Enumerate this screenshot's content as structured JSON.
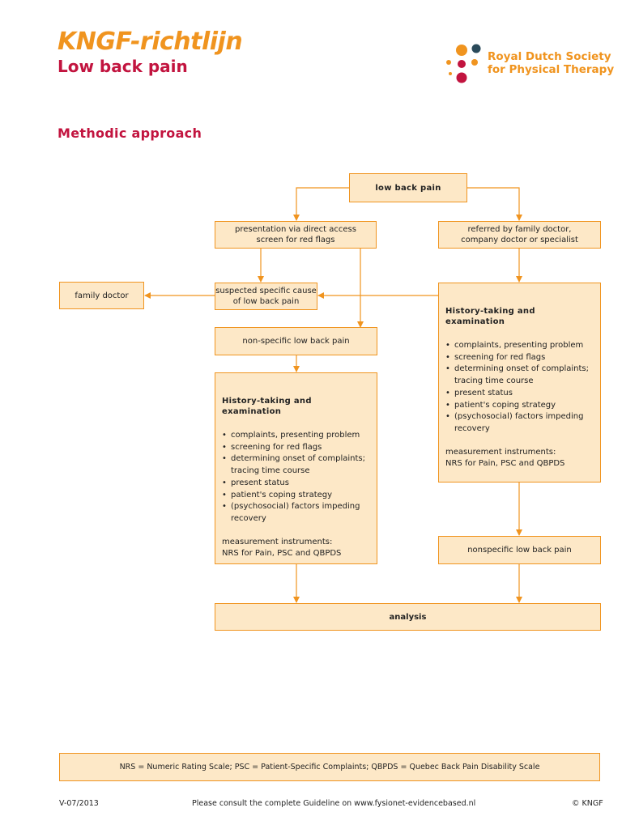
{
  "header": {
    "brand_title": "KNGF-richtlijn",
    "brand_subtitle": "Low back pain",
    "logo_line1": "Royal Dutch Society",
    "logo_line2": "for Physical Therapy"
  },
  "section_title": "Methodic approach",
  "flowchart": {
    "low_back_pain": "low back pain",
    "direct_access_line1": "presentation via direct access",
    "direct_access_line2": "screen for red flags",
    "referred_line1": "referred by family doctor,",
    "referred_line2": "company doctor or specialist",
    "family_doctor": "family doctor",
    "specific_cause_line1": "suspected specific cause",
    "specific_cause_line2": "of low back pain",
    "nonspecific_left": "non-specific low back pain",
    "nonspecific_right": "nonspecific low back pain",
    "analysis": "analysis",
    "history": {
      "title": "History-taking and examination",
      "items": [
        "complaints, presenting problem",
        "screening for red flags",
        "determining onset of complaints; tracing time course",
        "present status",
        "patient's coping strategy",
        "(psychosocial) factors impeding recovery"
      ],
      "measurement_label": "measurement instruments:",
      "measurement_value": "NRS for Pain, PSC and QBPDS"
    }
  },
  "legend": "NRS = Numeric Rating Scale; PSC = Patient-Specific Complaints; QBPDS = Quebec Back Pain Disability Scale",
  "footer": {
    "version": "V-07/2013",
    "consult": "Please consult the complete Guideline on www.fysionet-evidencebased.nl",
    "copyright": "© KNGF"
  },
  "colors": {
    "accent_orange": "#f0941f",
    "accent_red": "#c2143f",
    "box_fill": "#fde8c7"
  }
}
